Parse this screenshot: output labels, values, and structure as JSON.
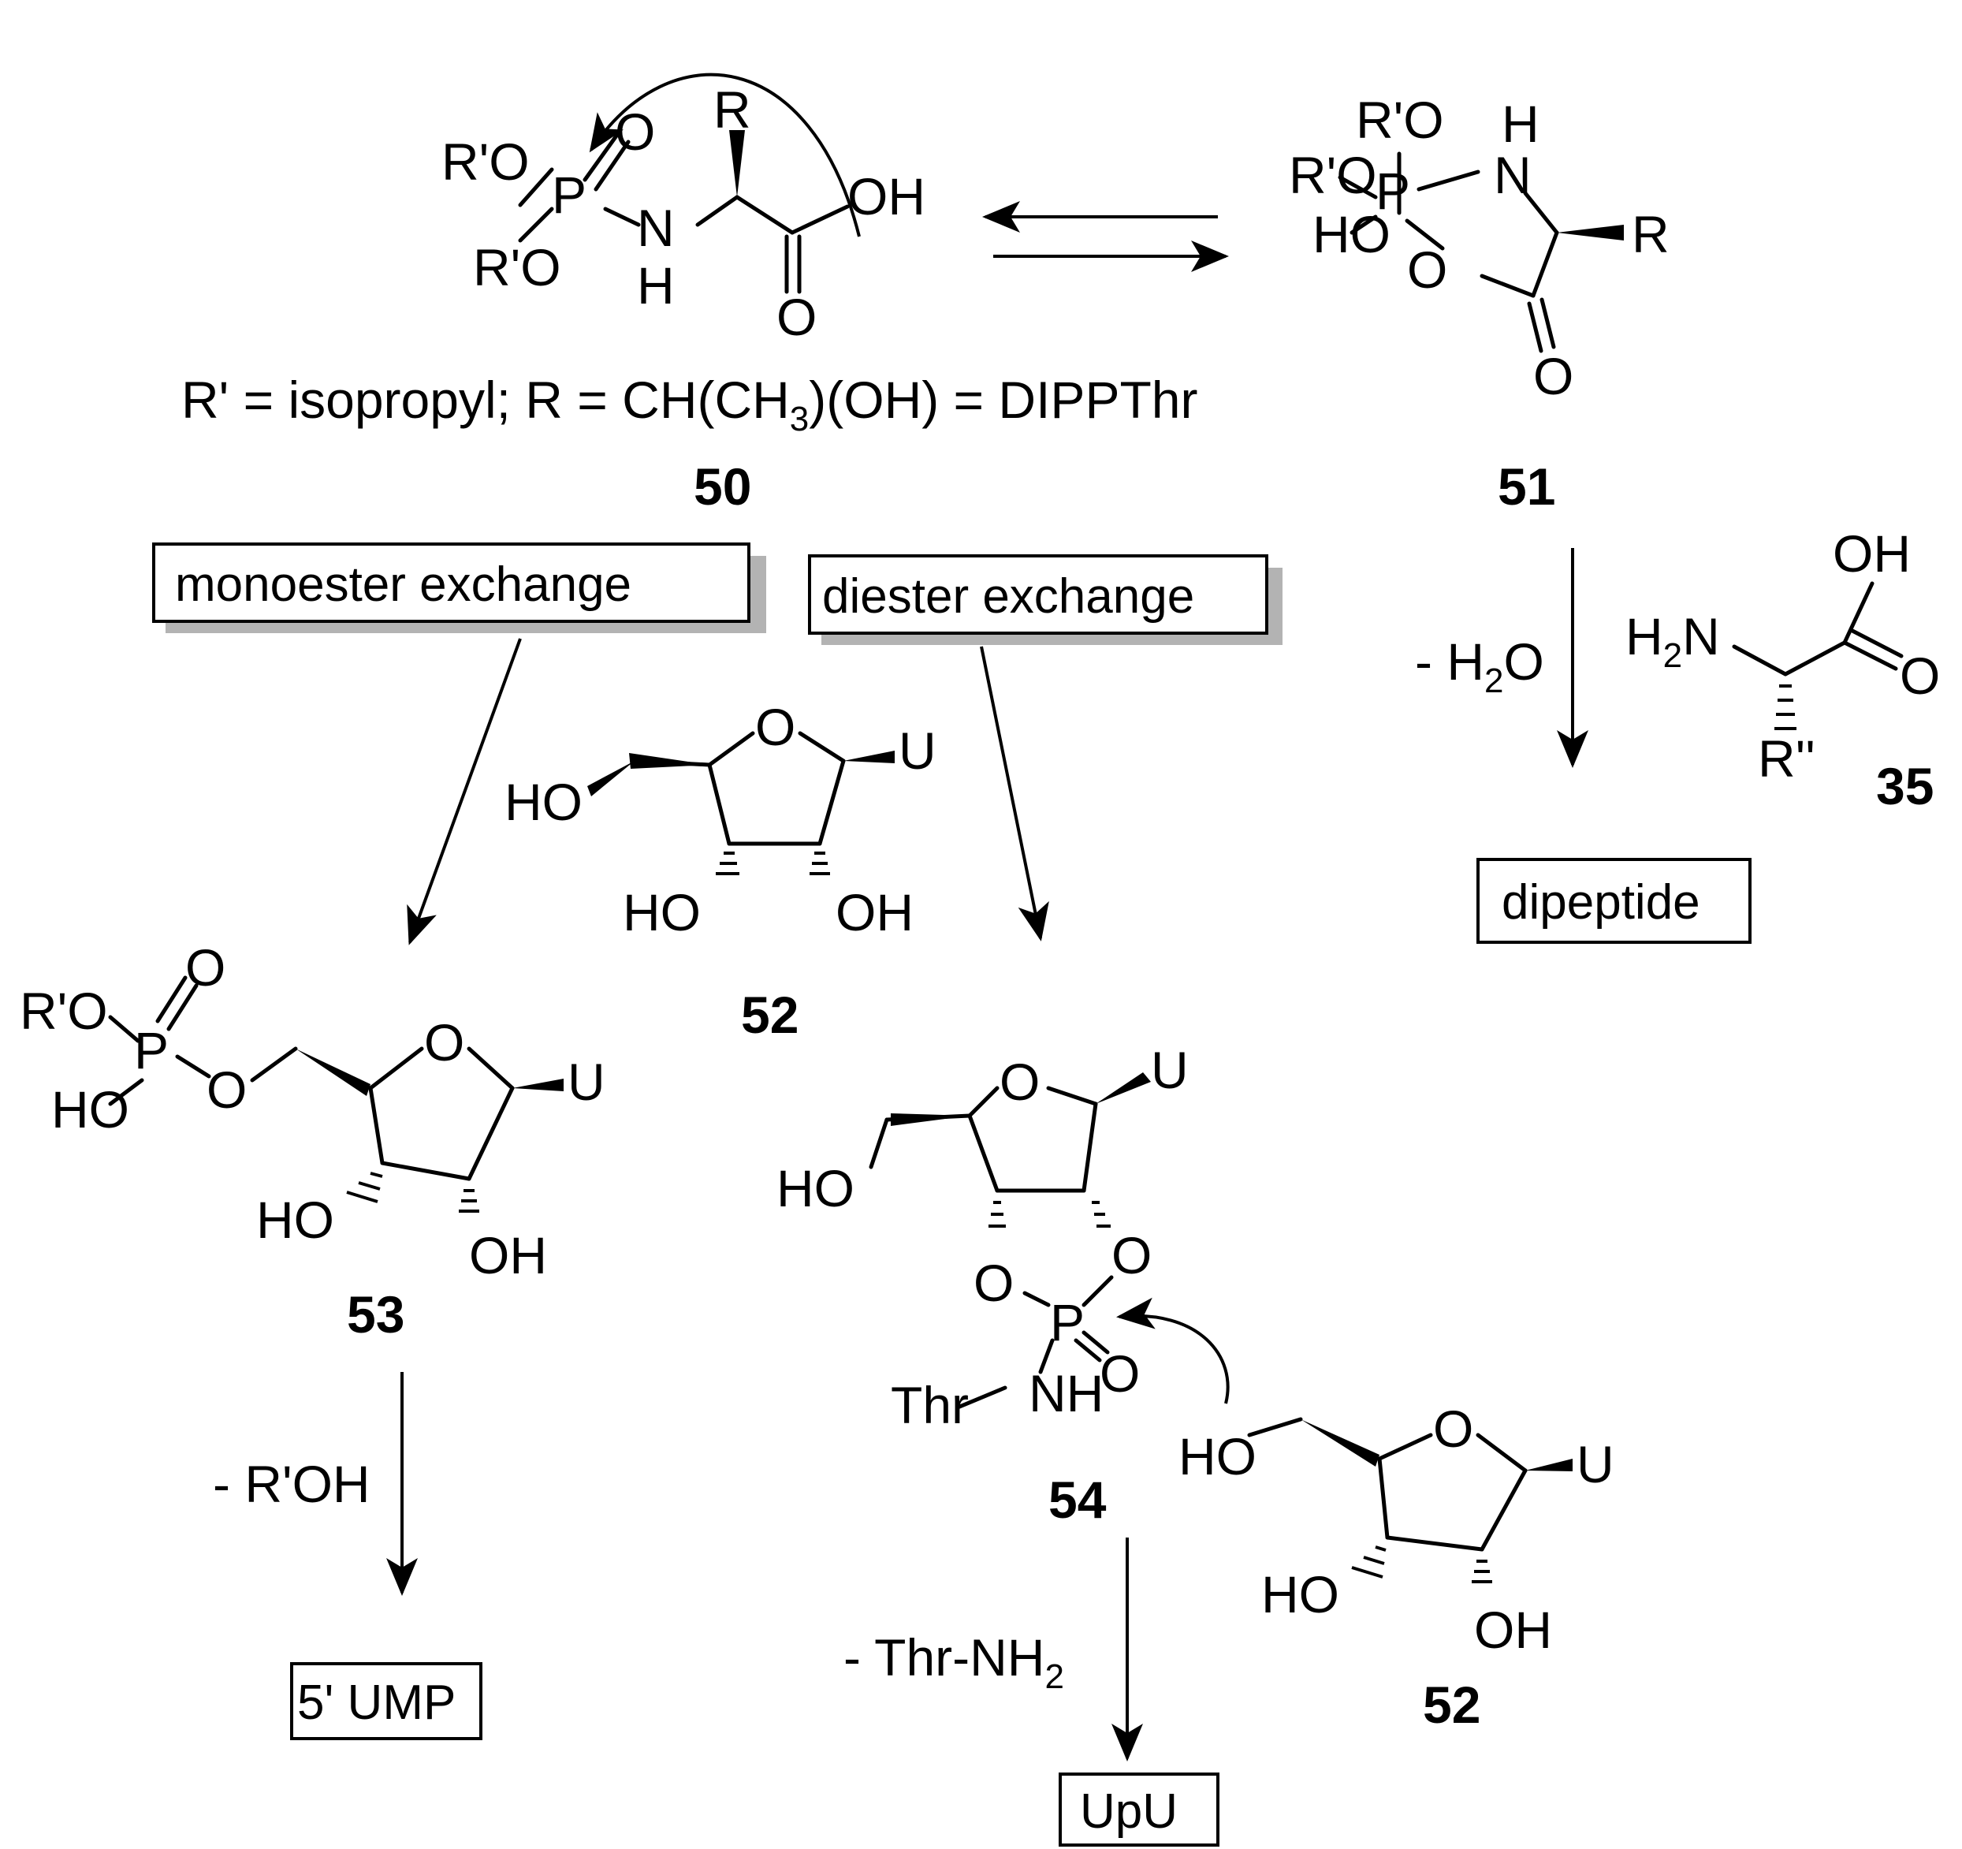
{
  "molecules": {
    "c50": {
      "number": "50",
      "defs": "R' = isopropyl; R = CH(CH3)(OH) = DIPPThr",
      "defs_parts": [
        "R' = isopropyl; R = CH(CH",
        "3",
        ")(OH) = DIPPThr"
      ]
    },
    "c51": {
      "number": "51"
    },
    "c35": {
      "number": "35"
    },
    "c52a": {
      "number": "52"
    },
    "c52b": {
      "number": "52"
    },
    "c53": {
      "number": "53"
    },
    "c54": {
      "number": "54"
    }
  },
  "atoms": {
    "R": "R",
    "Rp": "R'",
    "Rpp": "R''",
    "O": "O",
    "OH": "OH",
    "HO": "HO",
    "P": "P",
    "N": "N",
    "H": "H",
    "NH": "NH",
    "U": "U",
    "Thr": "Thr",
    "H2": "H",
    "two": "2",
    "RpO": "R'O"
  },
  "reagents": {
    "water": [
      "- H",
      "2",
      "O"
    ],
    "alcohol": "- R'OH",
    "amine": [
      "- Thr-NH",
      "2"
    ]
  },
  "boxes": {
    "monoester": "monoester exchange",
    "diester": "diester exchange",
    "dipeptide": "dipeptide",
    "ump": "5' UMP",
    "upu": "UpU"
  },
  "colors": {
    "ink": "#000000",
    "shadow": "#b3b3b3",
    "background": "#ffffff"
  }
}
